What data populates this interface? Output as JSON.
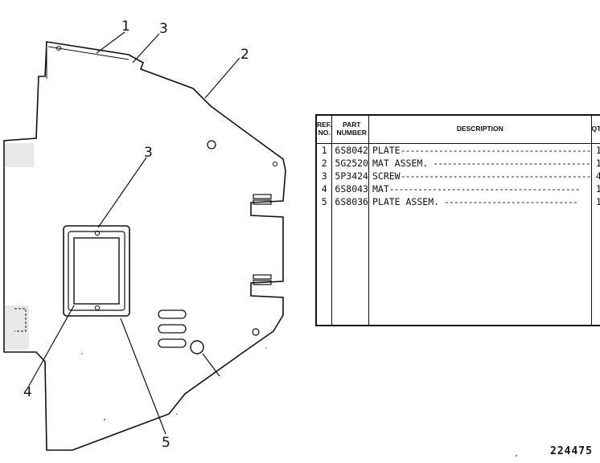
{
  "callouts": [
    "1",
    "3",
    "2",
    "3",
    "4",
    "5"
  ],
  "table": {
    "headers": {
      "ref_line1": "REF.",
      "ref_line2": "NO.",
      "part_line1": "PART",
      "part_line2": "NUMBER",
      "desc": "DESCRIPTION",
      "qty": "QTY"
    },
    "rows": [
      {
        "ref": "1",
        "part_number": "6S8042",
        "description": "PLATE",
        "qty": "1"
      },
      {
        "ref": "2",
        "part_number": "5G2520",
        "description": "MAT ASSEM.",
        "qty": "1"
      },
      {
        "ref": "3",
        "part_number": "5P3424",
        "description": "SCREW",
        "qty": "4"
      },
      {
        "ref": "4",
        "part_number": "6S8043",
        "description": "MAT",
        "qty": "1"
      },
      {
        "ref": "5",
        "part_number": "6S8036",
        "description": "PLATE ASSEM.",
        "qty": "1"
      }
    ]
  },
  "drawing_number": "224475"
}
